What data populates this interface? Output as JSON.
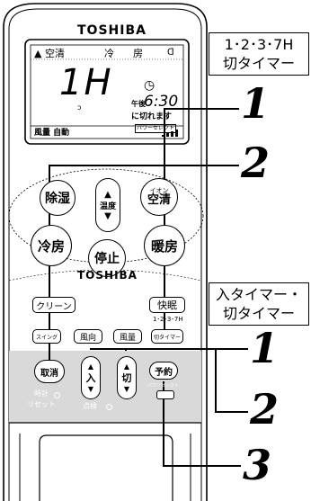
{
  "brand": "TOSHIBA",
  "lcd": {
    "mode_air": "▲ 空清",
    "mode_cool": "冷",
    "mode_heat": "房",
    "hour_display": "1H",
    "period": "午後",
    "time": "6:30",
    "off_notice": "に切れます",
    "fan": "風量 自動",
    "power": "パワーセレクト"
  },
  "buttons": {
    "dehumid": "除湿",
    "temp": "温度",
    "ion_small": "イオン",
    "air_clean": "空清",
    "cool": "冷房",
    "stop": "停止",
    "heat": "暖房",
    "clean": "クリーン",
    "comfort": "快眠",
    "timer_small": "1･2･3･7H",
    "swing": "スイング",
    "direction": "風向",
    "volume": "風量",
    "off_timer": "切タイマー",
    "cancel": "取消",
    "on": "入",
    "off": "切",
    "reserve": "予約",
    "power_select": "パワーセレクト"
  },
  "lower_labels": {
    "clock": "時計",
    "reset": "リセット",
    "check": "点検"
  },
  "callouts": {
    "box1_line1": "1･2･3･7H",
    "box1_line2": "切タイマー",
    "box2_line1": "入タイマー・",
    "box2_line2": "切タイマー",
    "step1a": "1",
    "step2a": "2",
    "step1b": "1",
    "step2b": "2",
    "step3": "3"
  }
}
